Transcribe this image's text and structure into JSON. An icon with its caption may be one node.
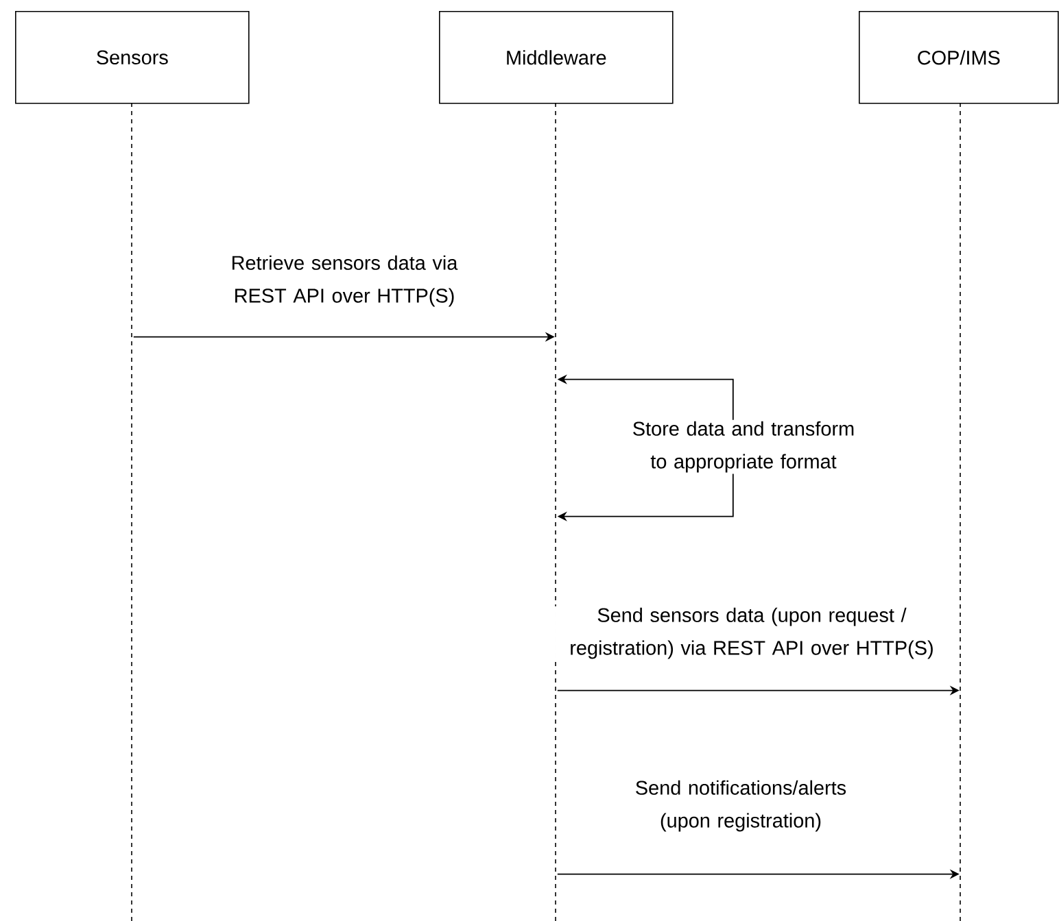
{
  "diagram": {
    "nodes": [
      {
        "text": [
          "Sensors"
        ]
      },
      {
        "text": [
          "Middleware"
        ]
      },
      {
        "text": [
          "COP/IMS"
        ]
      }
    ],
    "edges": [
      {
        "from": 0,
        "to": 1,
        "arrow": "to",
        "label": "Retrieve sensors data via REST API over HTTP(S)"
      },
      {
        "from": 1,
        "to": 1,
        "arrow": "both",
        "label": "Store data and transform to appropriate format"
      },
      {
        "from": 1,
        "to": 2,
        "arrow": "to",
        "label": "Send sensors data (upon request  / registration) via REST API over HTTP(S)"
      },
      {
        "from": 1,
        "to": 2,
        "arrow": "to",
        "label": "Send notifications/alerts (upon registration)"
      }
    ]
  }
}
